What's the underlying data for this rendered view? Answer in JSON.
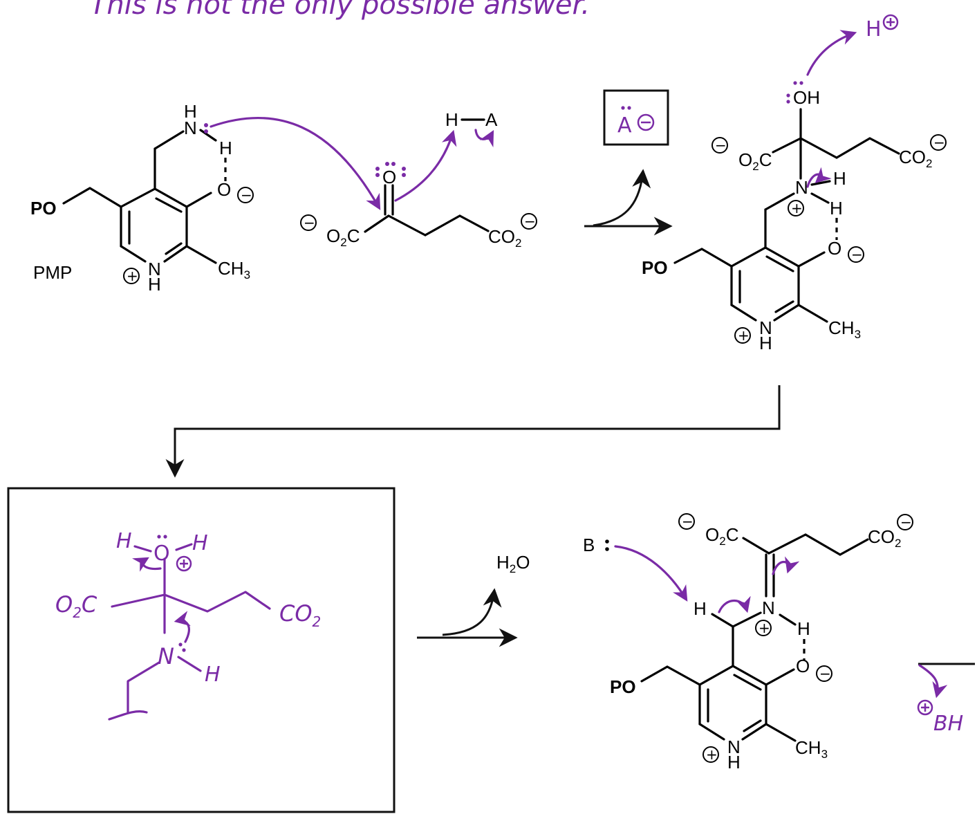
{
  "note": "This is not the only possible answer.",
  "colors": {
    "ink": "#000000",
    "handwriting": "#7a2ba6"
  },
  "labels": {
    "po": "PO",
    "pmp": "PMP",
    "n": "N",
    "h": "H",
    "o": "O",
    "oh": "OH",
    "ch3": "CH",
    "ch3_sub": "3",
    "o2c": "O",
    "o2c_sub": "2",
    "o2c_c": "C",
    "co2": "CO",
    "co2_sub": "2",
    "ha_h": "H",
    "ha_a": "A",
    "h2o": "H",
    "h2o_sub": "2",
    "h2o_o": "O",
    "base": "B",
    "a_minus": "A"
  },
  "handwritten": {
    "h_plus": "H",
    "bh": "BH",
    "box_o2c": "O",
    "box_o2c_sub": "2",
    "box_o2c_c": "C",
    "box_co2": "CO",
    "box_co2_sub": "2",
    "box_o": "O",
    "box_h": "H",
    "box_n": "N"
  },
  "charges": {
    "plus": "+",
    "minus": "−"
  }
}
